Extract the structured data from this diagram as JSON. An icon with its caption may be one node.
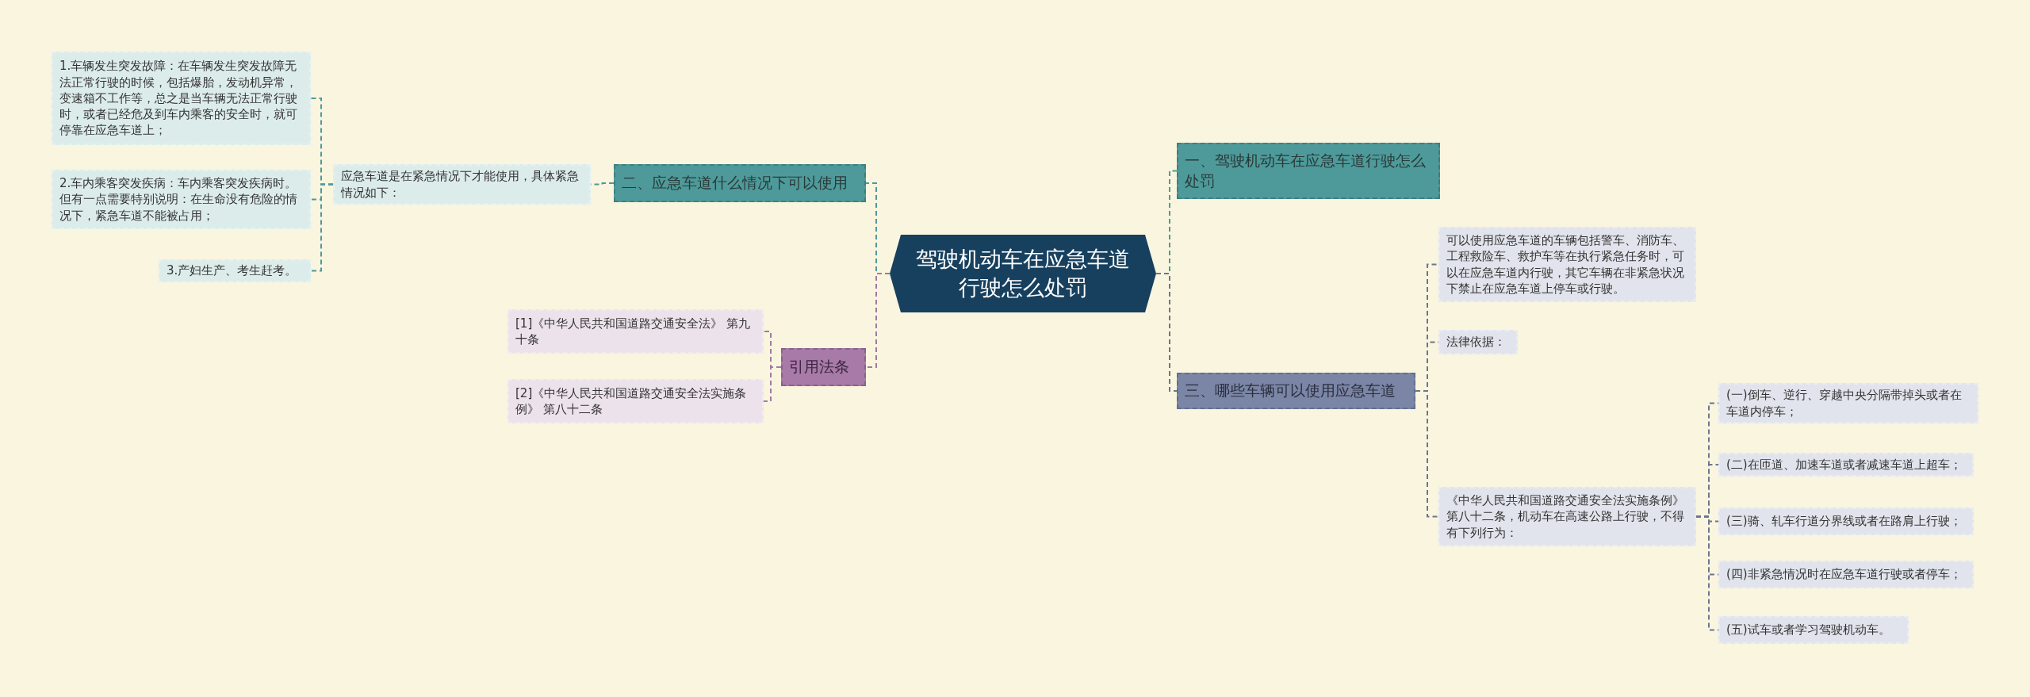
{
  "diagram": {
    "nodes": [
      {
        "text": [
          "驾驶机动车在应急车道行驶怎么处罚"
        ]
      },
      {
        "text": [
          "一、驾驶机动车在应急车道行驶怎么处罚"
        ]
      },
      {
        "text": [
          "可以使用应急车道的车辆包括警车、消防车、工程救险车、救护车等在执行紧急任务时，可以在应急车道内行驶，其它车辆在非紧急状况下禁止在应急车道上停车或行驶。"
        ]
      },
      {
        "text": [
          "法律依据："
        ]
      },
      {
        "text": [
          "三、哪些车辆可以使用应急车道"
        ]
      },
      {
        "text": [
          "《中华人民共和国道路交通安全法实施条例》第八十二条，机动车在高速公路上行驶，不得有下列行为："
        ]
      },
      {
        "text": [
          "(一)倒车、逆行、穿越中央分隔带掉头或者在车道内停车；"
        ]
      },
      {
        "text": [
          "(二)在匝道、加速车道或者减速车道上超车；"
        ]
      },
      {
        "text": [
          "(三)骑、轧车行道分界线或者在路肩上行驶；"
        ]
      },
      {
        "text": [
          "(四)非紧急情况时在应急车道行驶或者停车；"
        ]
      },
      {
        "text": [
          "(五)试车或者学习驾驶机动车。"
        ]
      },
      {
        "text": [
          "二、应急车道什么情况下可以使用"
        ]
      },
      {
        "text": [
          "应急车道是在紧急情况下才能使用，具体紧急情况如下："
        ]
      },
      {
        "text": [
          "1.车辆发生突发故障：在车辆发生突发故障无法正常行驶的时候，包括爆胎，发动机异常，变速箱不工作等，总之是当车辆无法正常行驶时，或者已经危及到车内乘客的安全时，就可停靠在应急车道上；"
        ]
      },
      {
        "text": [
          "2.车内乘客突发疾病：车内乘客突发疾病时。但有一点需要特别说明：在生命没有危险的情况下，紧急车道不能被占用；"
        ]
      },
      {
        "text": [
          "3.产妇生产、考生赶考。"
        ]
      },
      {
        "text": [
          "引用法条"
        ]
      },
      {
        "text": [
          "[1]《中华人民共和国道路交通安全法》 第九十条"
        ]
      },
      {
        "text": [
          "[2]《中华人民共和国道路交通安全法实施条例》 第八十二条"
        ]
      }
    ],
    "edges": [
      {
        "from": 0,
        "to": 1,
        "arrow": "none",
        "color": "#4e9a9a"
      },
      {
        "from": 0,
        "to": 4,
        "arrow": "none"
      },
      {
        "from": 0,
        "to": 11,
        "arrow": "none",
        "color": "#4e9a9a"
      },
      {
        "from": 0,
        "to": 16,
        "arrow": "none",
        "color": "#a07aa4"
      },
      {
        "from": 4,
        "to": 2,
        "arrow": "none"
      },
      {
        "from": 4,
        "to": 3,
        "arrow": "none"
      },
      {
        "from": 4,
        "to": 5,
        "arrow": "none"
      },
      {
        "from": 5,
        "to": 6,
        "arrow": "none"
      },
      {
        "from": 5,
        "to": 7,
        "arrow": "none"
      },
      {
        "from": 5,
        "to": 8,
        "arrow": "none"
      },
      {
        "from": 5,
        "to": 9,
        "arrow": "none"
      },
      {
        "from": 5,
        "to": 10,
        "arrow": "none"
      },
      {
        "from": 11,
        "to": 12,
        "arrow": "none",
        "color": "#4e9a9a"
      },
      {
        "from": 12,
        "to": 13,
        "arrow": "none",
        "color": "#4e9a9a"
      },
      {
        "from": 12,
        "to": 14,
        "arrow": "none",
        "color": "#4e9a9a"
      },
      {
        "from": 12,
        "to": 15,
        "arrow": "none",
        "color": "#4e9a9a"
      },
      {
        "from": 16,
        "to": 17,
        "arrow": "none",
        "color": "#a07aa4"
      },
      {
        "from": 16,
        "to": 18,
        "arrow": "none",
        "color": "#a07aa4"
      }
    ]
  }
}
